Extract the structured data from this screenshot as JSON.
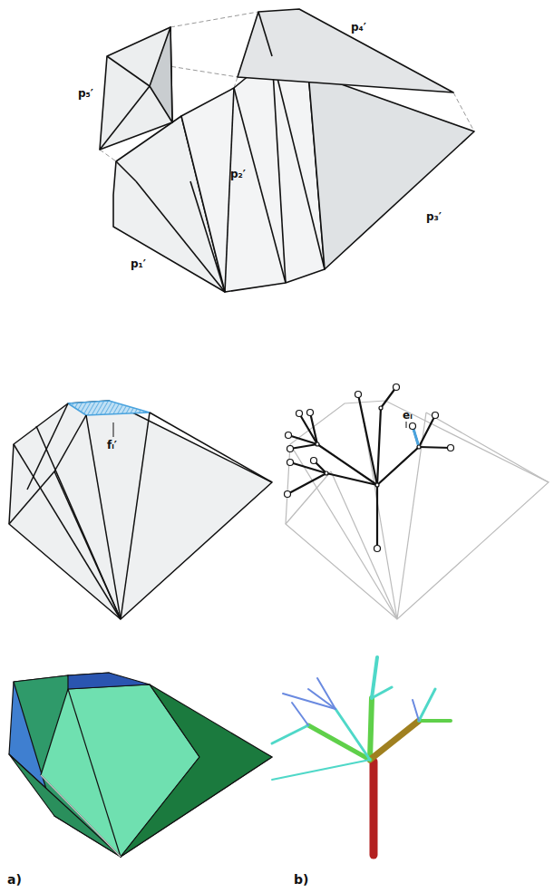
{
  "diagram": {
    "labels": [
      "p₅′",
      "p₄′",
      "p₂′",
      "p₁′",
      "p₃′",
      "fₗ′",
      "eₗ",
      "a)",
      "b)"
    ]
  }
}
